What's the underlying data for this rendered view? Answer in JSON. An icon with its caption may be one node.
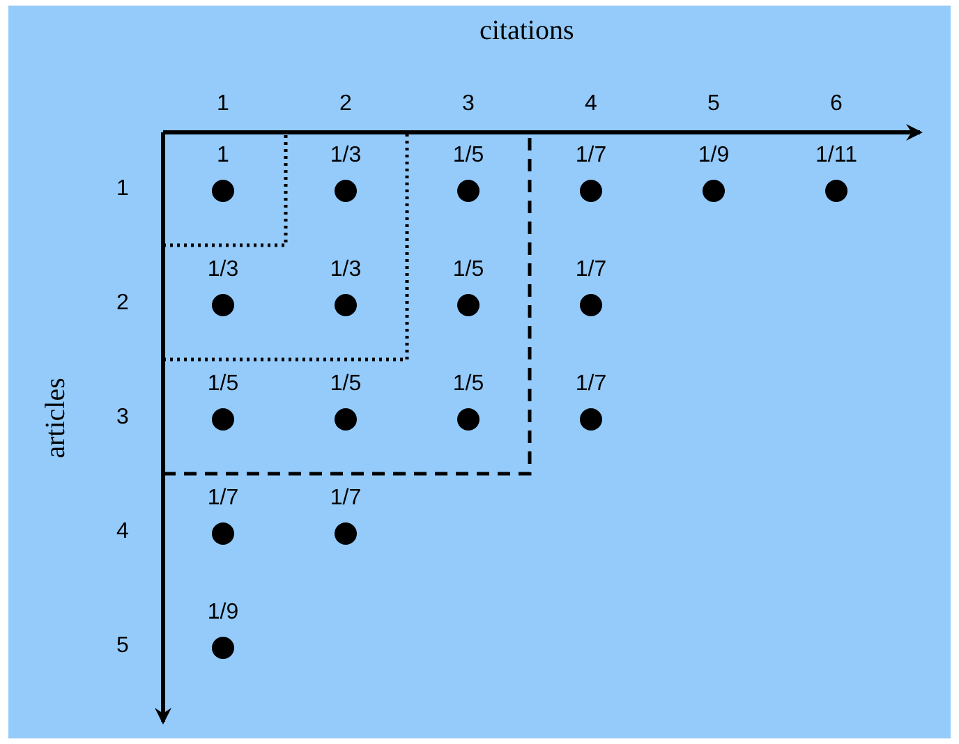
{
  "diagram": {
    "nodes": [
      {
        "text": [
          "1"
        ]
      },
      {
        "text": [
          "1/3"
        ]
      },
      {
        "text": [
          "1/5"
        ]
      },
      {
        "text": [
          "1/7"
        ]
      },
      {
        "text": [
          "1/9"
        ]
      },
      {
        "text": [
          "1/11"
        ]
      },
      {
        "text": [
          "1/3"
        ]
      },
      {
        "text": [
          "1/3"
        ]
      },
      {
        "text": [
          "1/5"
        ]
      },
      {
        "text": [
          "1/7"
        ]
      },
      {
        "text": [
          "1/5"
        ]
      },
      {
        "text": [
          "1/5"
        ]
      },
      {
        "text": [
          "1/5"
        ]
      },
      {
        "text": [
          "1/7"
        ]
      },
      {
        "text": [
          "1/7"
        ]
      },
      {
        "text": [
          "1/7"
        ]
      },
      {
        "text": [
          "1/9"
        ]
      }
    ],
    "labels": [
      "citations",
      "1",
      "2",
      "3",
      "4",
      "5",
      "6",
      "articles",
      "1",
      "2",
      "3",
      "4",
      "5"
    ]
  }
}
